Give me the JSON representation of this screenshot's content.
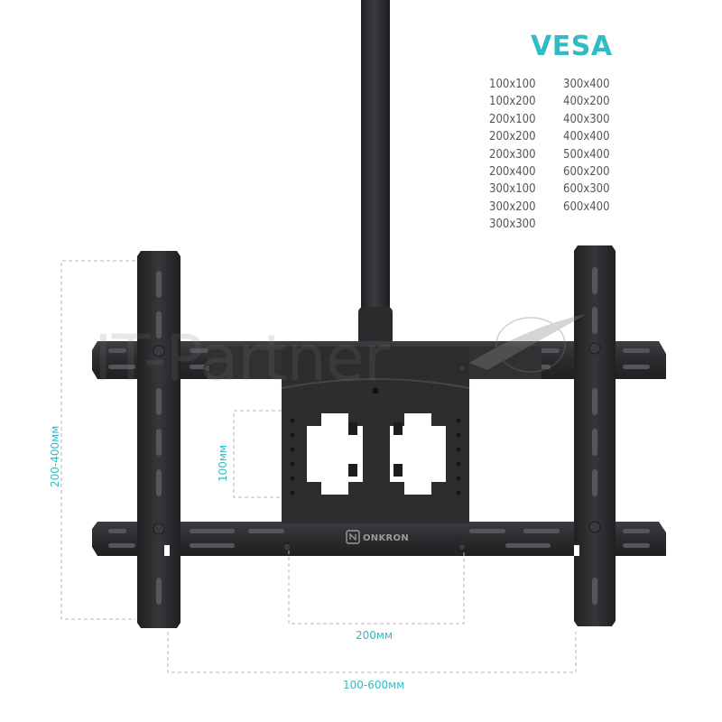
{
  "vesa": {
    "title": "VESA",
    "left_column": [
      "100x100",
      "100x200",
      "200x100",
      "200x200",
      "200x300",
      "200x400",
      "300x100",
      "300x200",
      "300x300"
    ],
    "right_column": [
      "300x400",
      "400x200",
      "400x300",
      "400x400",
      "500x400",
      "600x200",
      "600x300",
      "600x400"
    ]
  },
  "dimensions": {
    "height_range": "200-400мм",
    "inner_height": "100мм",
    "inner_width": "200мм",
    "width_range": "100-600мм"
  },
  "brand": {
    "name": "ONKRON"
  },
  "watermark": {
    "text": "IT-Partner"
  },
  "colors": {
    "accent": "#2fbcc4",
    "metal": "#2e2f31",
    "metal_highlight": "#4a4b4e",
    "dash": "#b5b5b5"
  }
}
